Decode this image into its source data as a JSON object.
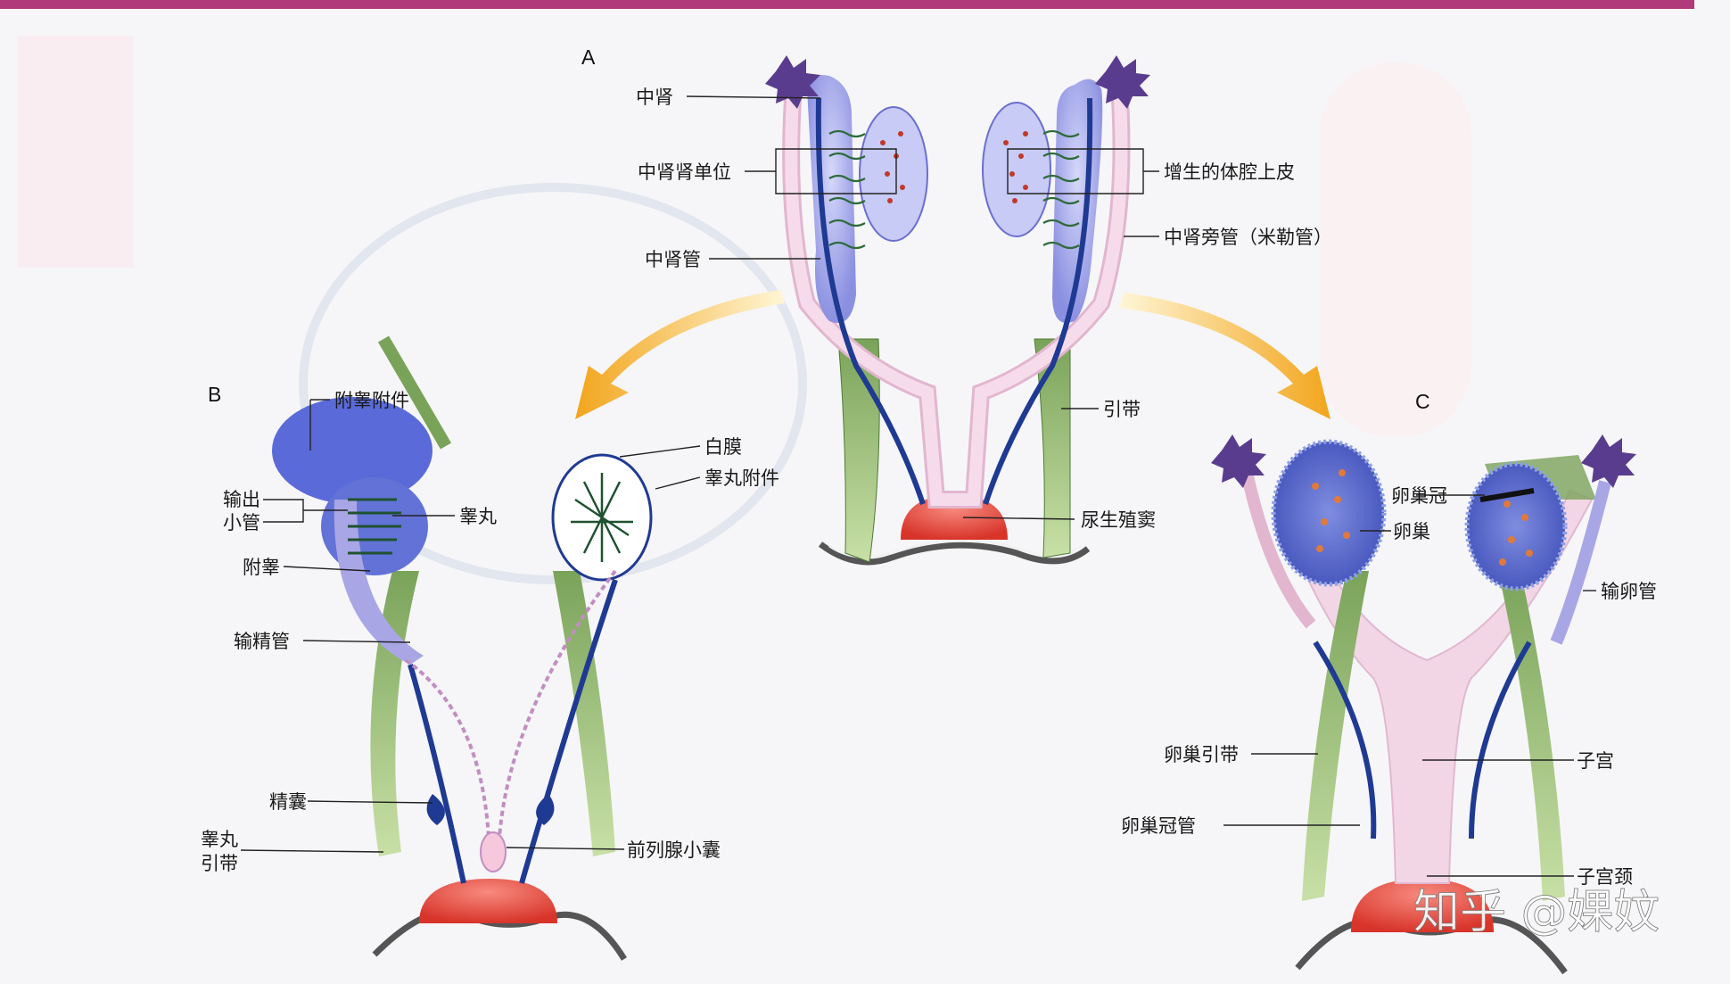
{
  "panels": {
    "a": "A",
    "b": "B",
    "c": "C"
  },
  "labels": {
    "a": {
      "mesonephros": "中肾",
      "nephron_units": "中肾肾单位",
      "mesonephric_duct": "中肾管",
      "proliferating_epithelium": "增生的体腔上皮",
      "paramesonephric_duct": "中肾旁管（米勒管）",
      "gubernaculum": "引带",
      "urogenital_sinus": "尿生殖窦"
    },
    "b": {
      "appendix_epididymis": "附睾附件",
      "efferent_line1": "输出",
      "efferent_line2": "小管",
      "testis": "睾丸",
      "epididymis": "附睾",
      "vas_deferens": "输精管",
      "tunica_albuginea": "白膜",
      "appendix_testis": "睾丸附件",
      "seminal_vesicle": "精囊",
      "gubernaculum_line1": "睾丸",
      "gubernaculum_line2": "引带",
      "prostatic_utricle": "前列腺小囊"
    },
    "c": {
      "epoophoron": "卵巢冠",
      "ovary": "卵巢",
      "oviduct": "输卵管",
      "ovarian_ligament": "卵巢引带",
      "uterus": "子宫",
      "gartner_duct": "卵巢冠管",
      "cervix": "子宫颈"
    }
  },
  "watermark": "知乎 @婐妏",
  "colors": {
    "frame_top": "#b03a7a",
    "mesonephros": "#9b9fe6",
    "duct": "#1f3a93",
    "paramesonephric": "#f0cfe0",
    "gubernaculum": "#8fb86b",
    "sinus": "#e8473c",
    "tubule": "#2e6b3a",
    "arrow": "#f2b12a"
  }
}
